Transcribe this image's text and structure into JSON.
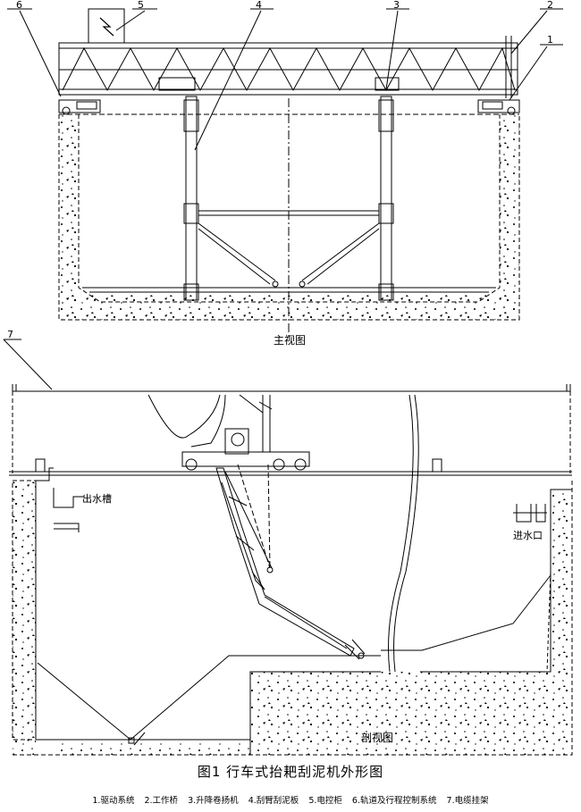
{
  "front_view": {
    "title": "主视图",
    "callouts": [
      "1",
      "2",
      "3",
      "4",
      "5",
      "6"
    ]
  },
  "section_view": {
    "title": "剖视图",
    "outlet_label": "出水槽",
    "inlet_label": "进水口",
    "callout": "7"
  },
  "figure": {
    "caption": "图1  行车式抬耙刮泥机外形图",
    "legend": [
      "1.驱动系统",
      "2.工作桥",
      "3.升降卷扬机",
      "4.刮臂刮泥板",
      "5.电控柜",
      "6.轨道及行程控制系统",
      "7.电缆挂架"
    ]
  },
  "colors": {
    "line": "#000000",
    "background": "#ffffff"
  }
}
